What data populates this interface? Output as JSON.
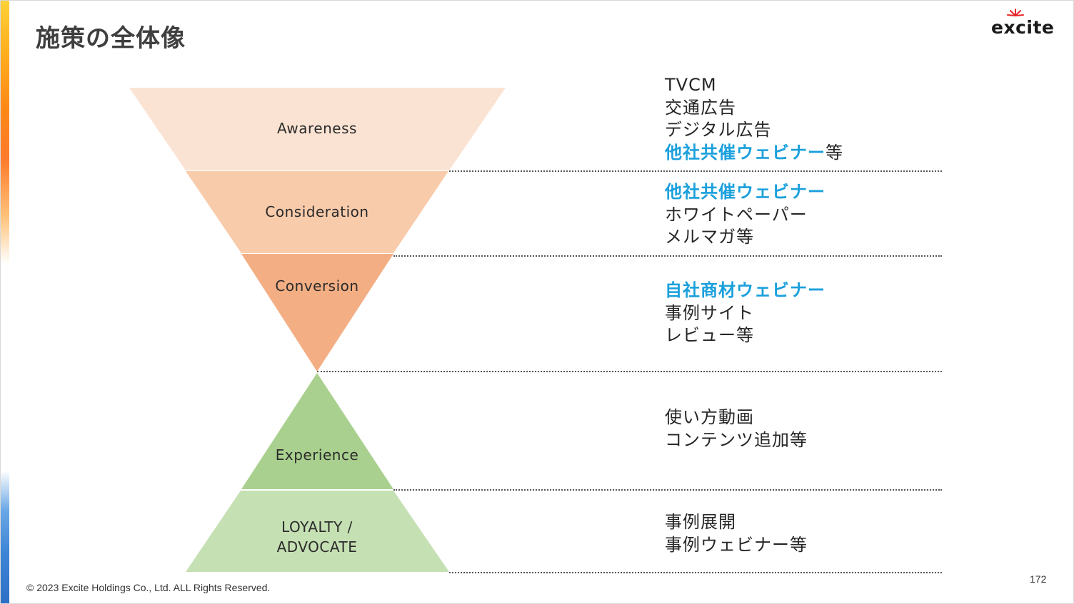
{
  "title": "施策の全体像",
  "logo": {
    "text": "excite",
    "accent_color": "#e8262b"
  },
  "stages": [
    {
      "label": "Awareness",
      "color": "#fbe3d3"
    },
    {
      "label": "Consideration",
      "color": "#f8cbab"
    },
    {
      "label": "Conversion",
      "color": "#f3ae84"
    },
    {
      "label": "Experience",
      "color": "#a9d08e"
    },
    {
      "label_lines": [
        "LOYALTY /",
        "ADVOCATE"
      ],
      "color": "#c5e0b3"
    }
  ],
  "tactics": [
    {
      "lines": [
        {
          "text": "TVCM"
        },
        {
          "text": "交通広告"
        },
        {
          "text": "デジタル広告"
        },
        {
          "highlight": "他社共催ウェビナー",
          "suffix": "等"
        }
      ]
    },
    {
      "lines": [
        {
          "highlight": "他社共催ウェビナー"
        },
        {
          "text": "ホワイトペーパー"
        },
        {
          "text": "メルマガ等"
        }
      ]
    },
    {
      "lines": [
        {
          "highlight": "自社商材ウェビナー"
        },
        {
          "text": "事例サイト"
        },
        {
          "text": "レビュー等"
        }
      ]
    },
    {
      "lines": [
        {
          "text": "使い方動画"
        },
        {
          "text": "コンテンツ追加等"
        }
      ]
    },
    {
      "lines": [
        {
          "text": "事例展開"
        },
        {
          "text": "事例ウェビナー等"
        }
      ]
    }
  ],
  "highlight_color": "#1aa0dc",
  "footer": {
    "copyright": "© 2023 Excite Holdings Co., Ltd. ALL Rights Reserved.",
    "page_number": "172"
  }
}
